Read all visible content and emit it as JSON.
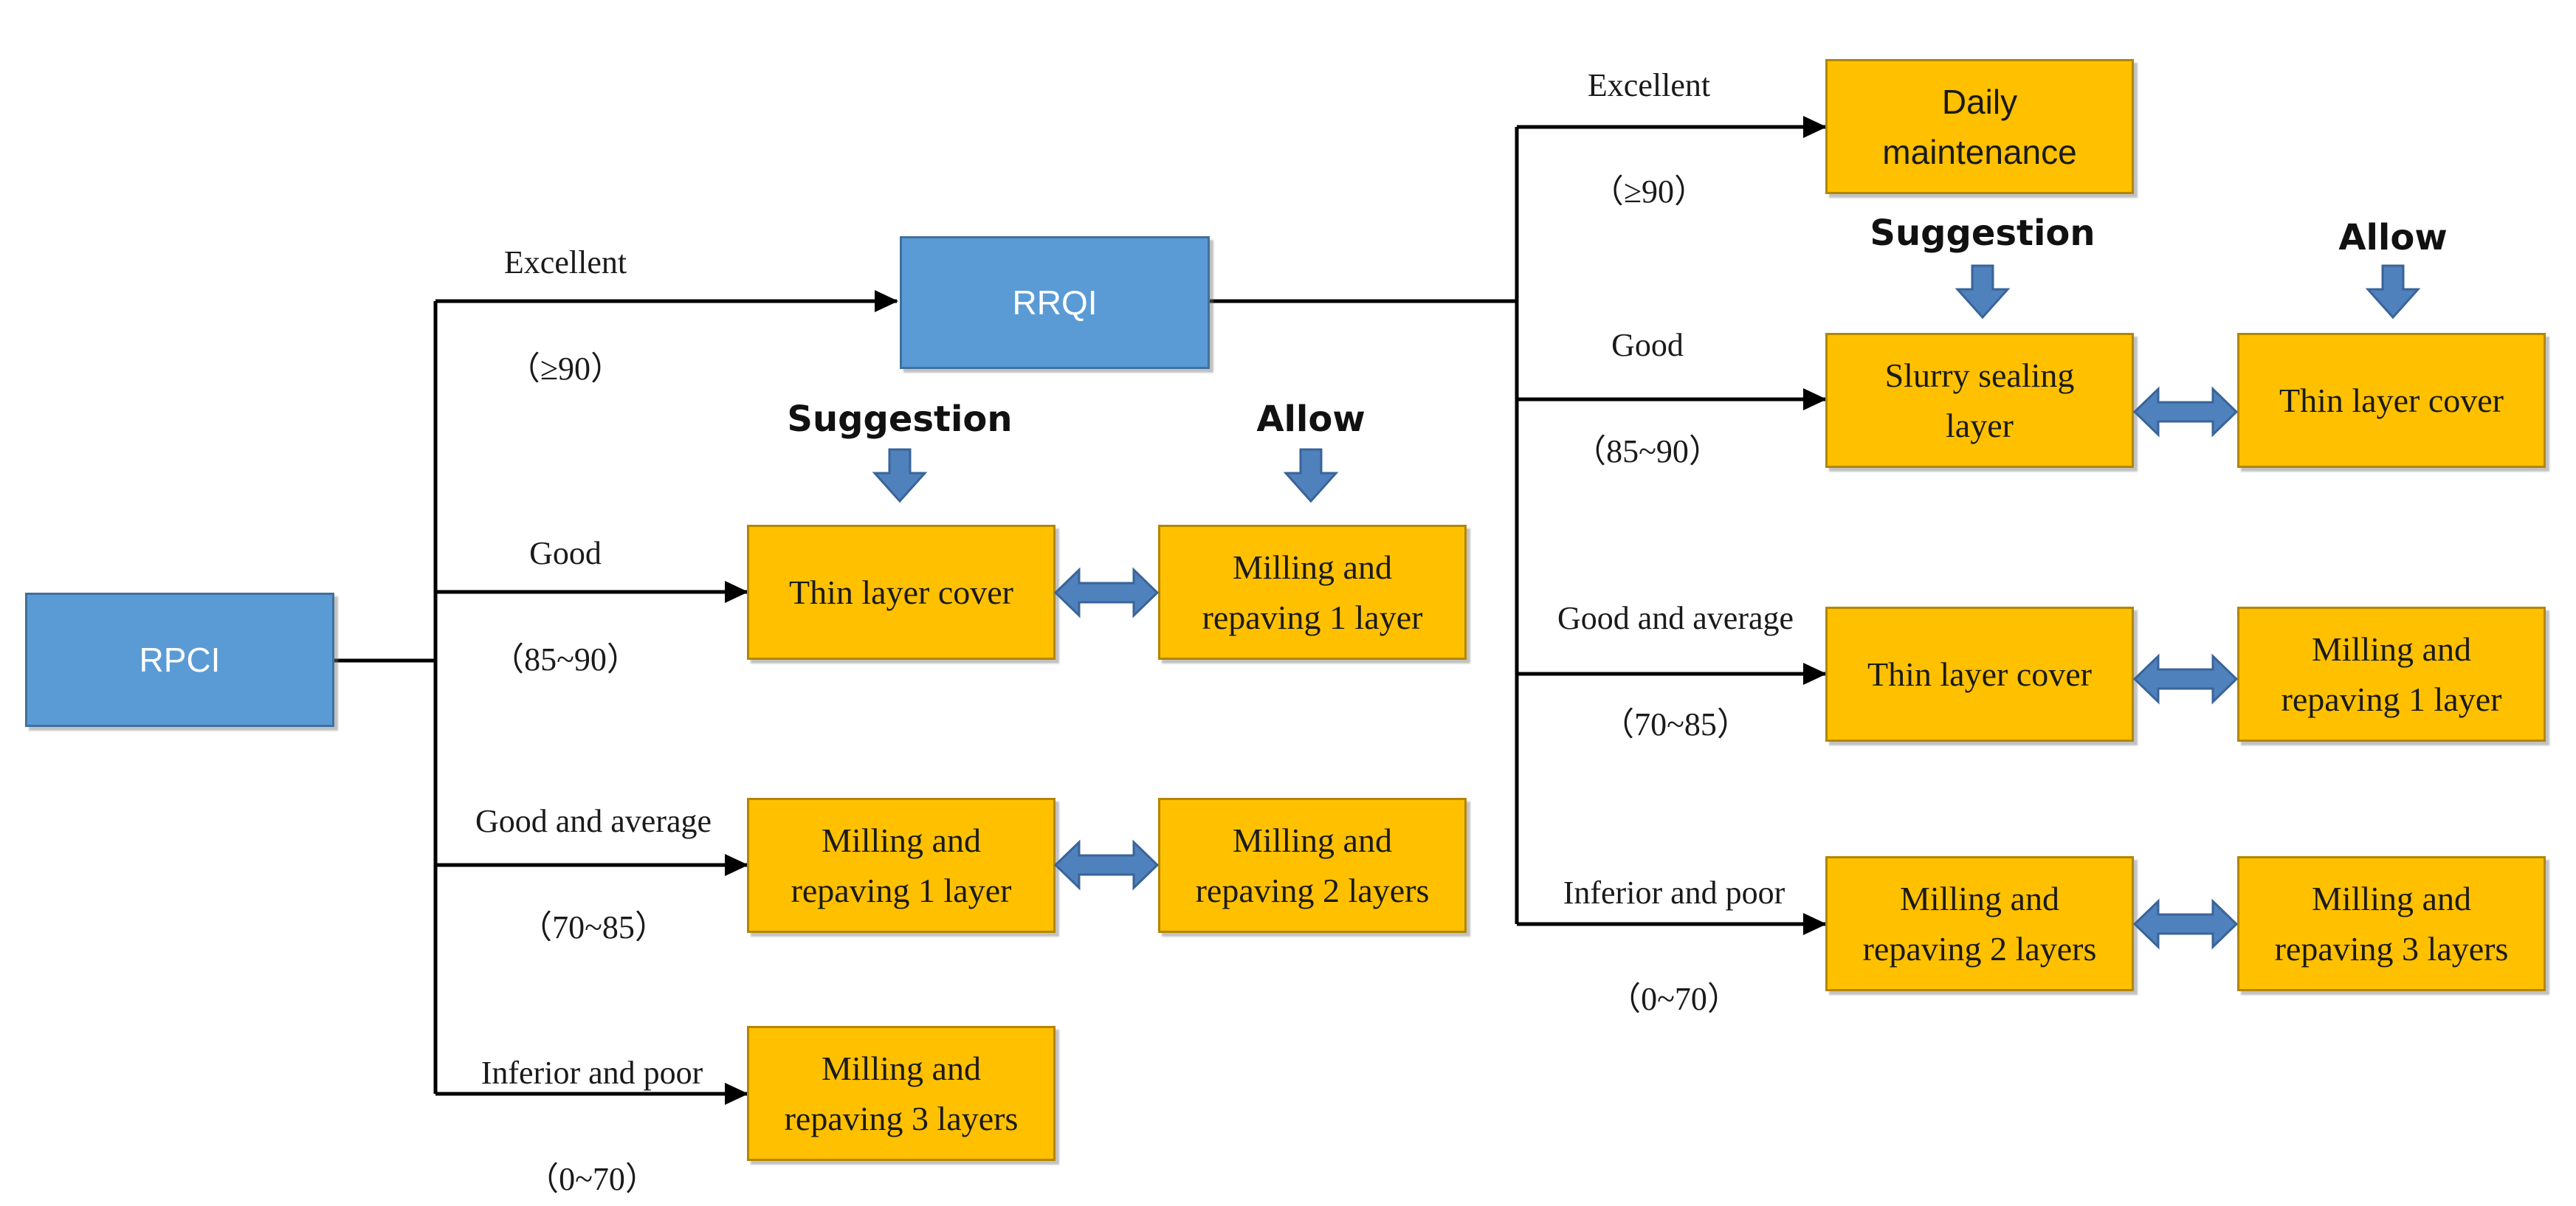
{
  "nodes": {
    "rpci": "RPCI",
    "rrqi": "RRQI"
  },
  "left": {
    "headers": {
      "suggestion": "Suggestion",
      "allow": "Allow"
    },
    "branches": [
      {
        "grade": "Excellent",
        "range": "（≥90）"
      },
      {
        "grade": "Good",
        "range": "（85~90）",
        "suggestion": "Thin layer cover",
        "allow": "Milling and\nrepaving 1 layer"
      },
      {
        "grade": "Good and average",
        "range": "（70~85）",
        "suggestion": "Milling and\nrepaving 1 layer",
        "allow": "Milling and\nrepaving 2 layers"
      },
      {
        "grade": "Inferior and poor",
        "range": "（0~70）",
        "suggestion": "Milling and\nrepaving 3 layers"
      }
    ]
  },
  "right": {
    "headers": {
      "suggestion": "Suggestion",
      "allow": "Allow"
    },
    "branches": [
      {
        "grade": "Excellent",
        "range": "（≥90）",
        "suggestion": "Daily\nmaintenance"
      },
      {
        "grade": "Good",
        "range": "（85~90）",
        "suggestion": "Slurry sealing\nlayer",
        "allow": "Thin layer cover"
      },
      {
        "grade": "Good and average",
        "range": "（70~85）",
        "suggestion": "Thin layer cover",
        "allow": "Milling and\nrepaving 1 layer"
      },
      {
        "grade": "Inferior and poor",
        "range": "（0~70）",
        "suggestion": "Milling and\nrepaving 2 layers",
        "allow": "Milling and\nrepaving 3 layers"
      }
    ]
  },
  "colors": {
    "blue_box": "#5b9bd5",
    "yellow_box": "#ffc000",
    "arrow_blue": "#4f81bd",
    "line": "#000000"
  }
}
